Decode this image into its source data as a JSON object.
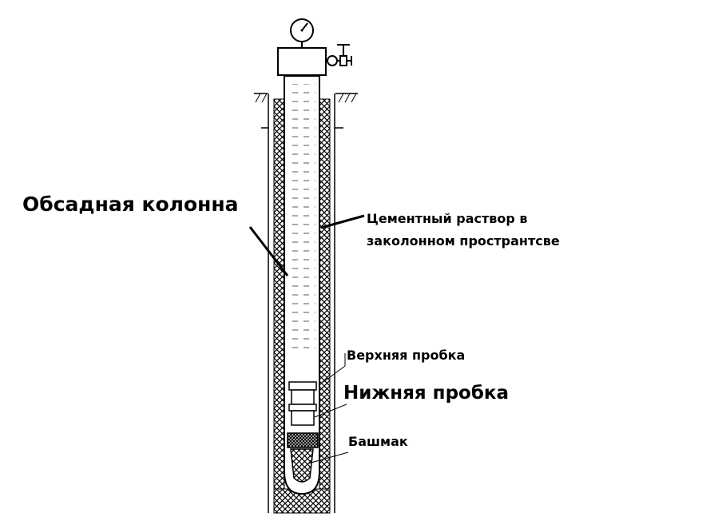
{
  "labels": {
    "casing": "Обсадная колонна",
    "cement_line1": "Цементный раствор в",
    "cement_line2": "заколонном пространтсве",
    "upper_plug": "Верхняя пробка",
    "lower_plug": "Нижняя пробка",
    "shoe": "Башмак"
  },
  "icons": {
    "gauge": "pressure-gauge-icon",
    "valve": "valve-icon"
  },
  "colors": {
    "line": "#000000",
    "cement": "#000000",
    "fluid": "#ffffff"
  }
}
